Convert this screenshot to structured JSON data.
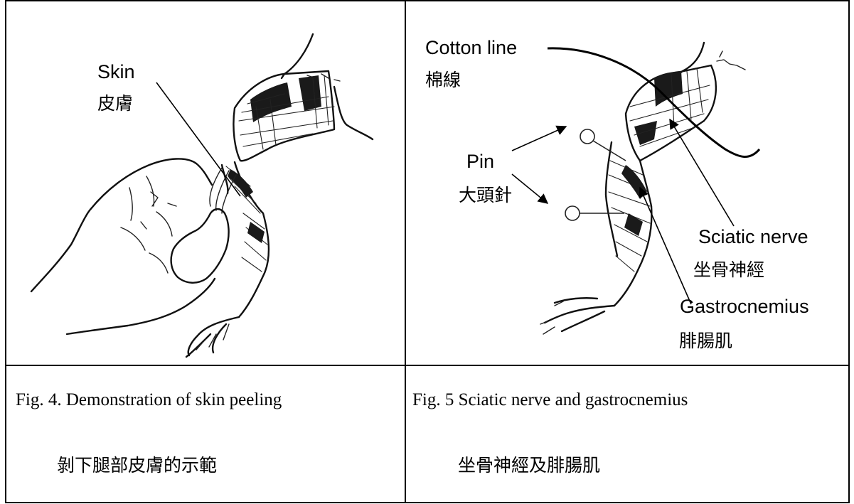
{
  "figures": [
    {
      "labels": [
        {
          "en": "Skin",
          "zh": "皮膚"
        }
      ],
      "caption_en": "Fig. 4. Demonstration of skin peeling",
      "caption_zh": "剝下腿部皮膚的示範"
    },
    {
      "labels": [
        {
          "en": "Cotton line",
          "zh": "棉線"
        },
        {
          "en": "Pin",
          "zh": "大頭針"
        },
        {
          "en": "Sciatic nerve",
          "zh": "坐骨神經"
        },
        {
          "en": "Gastrocnemius",
          "zh": "腓腸肌"
        }
      ],
      "caption_en": "Fig. 5 Sciatic nerve and gastrocnemius",
      "caption_zh": "坐骨神經及腓腸肌"
    }
  ]
}
